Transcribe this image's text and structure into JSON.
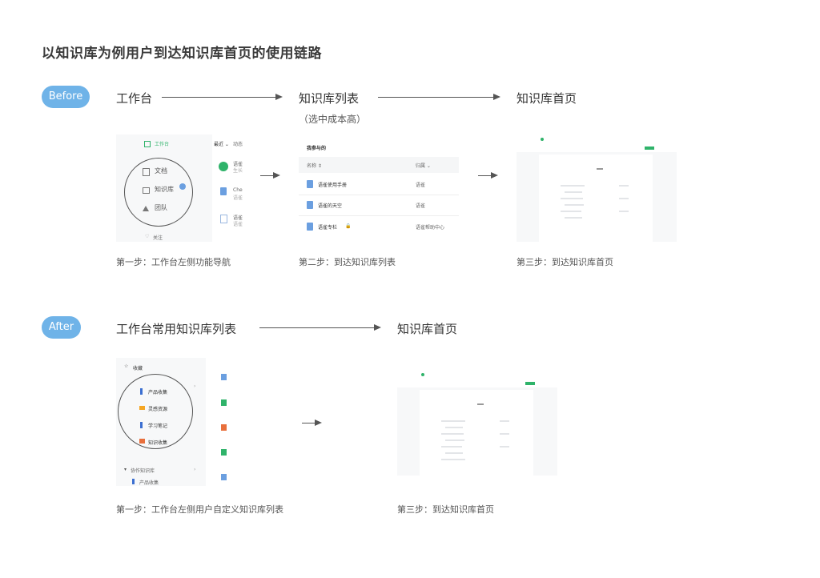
{
  "title": "以知识库为例用户到达知识库首页的使用链路",
  "before": {
    "label": "Before",
    "steps": [
      "工作台",
      "知识库列表",
      "知识库首页"
    ],
    "note": "（选中成本高）",
    "captions": [
      "第一步：工作台左侧功能导航",
      "第二步：到达知识库列表",
      "第三步：到达知识库首页"
    ],
    "thumb1": {
      "header": "工作台",
      "tab1": "最近 ⌄",
      "tab2": "动态",
      "nav": [
        "文档",
        "知识库",
        "团队"
      ],
      "footer": "关注",
      "item_labels": [
        "语雀",
        "Che",
        "语雀"
      ],
      "item_subs": [
        "生长",
        "语雀",
        "语雀"
      ]
    },
    "thumb2": {
      "title": "我参与的",
      "col_name": "名称 ⇕",
      "col_owner": "归属 ⌄",
      "rows": [
        {
          "name": "语雀使用手册",
          "owner": "语雀"
        },
        {
          "name": "语雀的天空",
          "owner": "语雀"
        },
        {
          "name": "语雀专栏",
          "owner": "语雀帮助中心"
        }
      ]
    }
  },
  "after": {
    "label": "After",
    "steps": [
      "工作台常用知识库列表",
      "知识库首页"
    ],
    "captions": [
      "第一步：工作台左侧用户自定义知识库列表",
      "第三步：到达知识库首页"
    ],
    "thumb1": {
      "header": "收藏",
      "items": [
        "产品收集",
        "灵感资源",
        "学习笔记",
        "知识收集"
      ],
      "section": "协作知识库",
      "section_item": "产品收集"
    }
  },
  "colors": {
    "pill": "#6fb3e8",
    "accent_green": "#2fb36a",
    "doc_blue": "#6b9fe0",
    "folder_orange": "#f5a623"
  }
}
